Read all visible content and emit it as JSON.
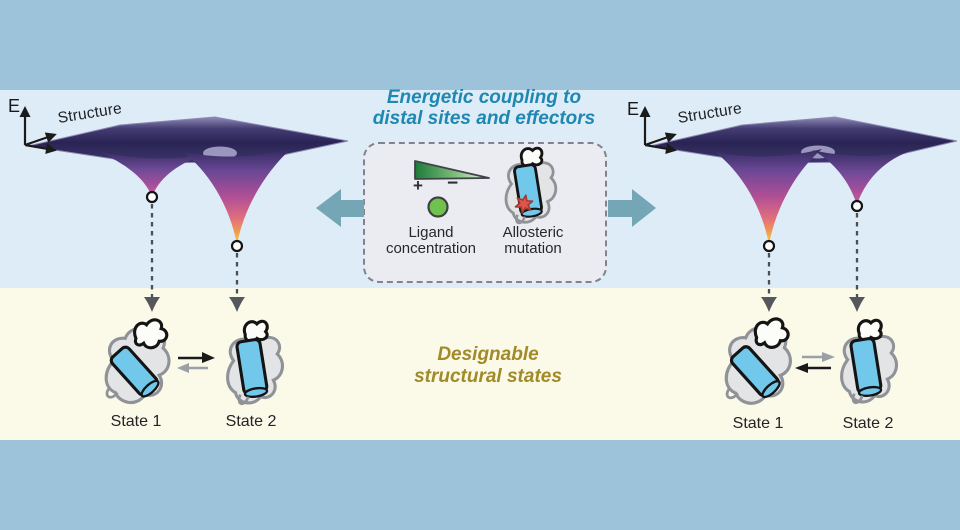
{
  "panels": {
    "left": {
      "energy_axis_label": "E",
      "structure_axis_label": "Structure",
      "state1_label": "State 1",
      "state2_label": "State 2"
    },
    "right": {
      "energy_axis_label": "E",
      "structure_axis_label": "Structure",
      "state1_label": "State 1",
      "state2_label": "State 2"
    }
  },
  "center": {
    "title_line1": "Energetic coupling to",
    "title_line2": "distal sites and effectors",
    "ligand": {
      "plus": "+",
      "minus": "−",
      "label_line1": "Ligand",
      "label_line2": "concentration"
    },
    "allosteric": {
      "label_line1": "Allosteric",
      "label_line2": "mutation"
    }
  },
  "bottom": {
    "designable_line1": "Designable",
    "designable_line2": "structural states"
  },
  "icons": {
    "coupling_arrow_left": "teal-left-arrow",
    "coupling_arrow_right": "teal-right-arrow",
    "ligand_gradient": "green-gradient-wedge",
    "ligand_molecule": "green-circle",
    "mutation_marker": "red-star",
    "state_marker": "open-circle",
    "drop_arrow": "dashed-down-arrow",
    "equilibrium": "double-harpoon-arrows"
  },
  "colors": {
    "band_blue": "#9dc3da",
    "upper_band_bg": "#ddecf7",
    "lower_band_bg": "#fbf9e8",
    "coupling_title_blue": "#1e88b2",
    "designable_olive": "#a18a28",
    "coupling_arrow_teal": "#74a6b6",
    "protein_cylinder_blue": "#72c8ea",
    "ligand_green": "#70c24f",
    "mutation_red": "#e2544a",
    "funnel_deep_tip_yellow": "#f8d943",
    "funnel_shallow_tip_pink": "#cd5e95",
    "landscape_plane_navy": "#2a2455"
  }
}
